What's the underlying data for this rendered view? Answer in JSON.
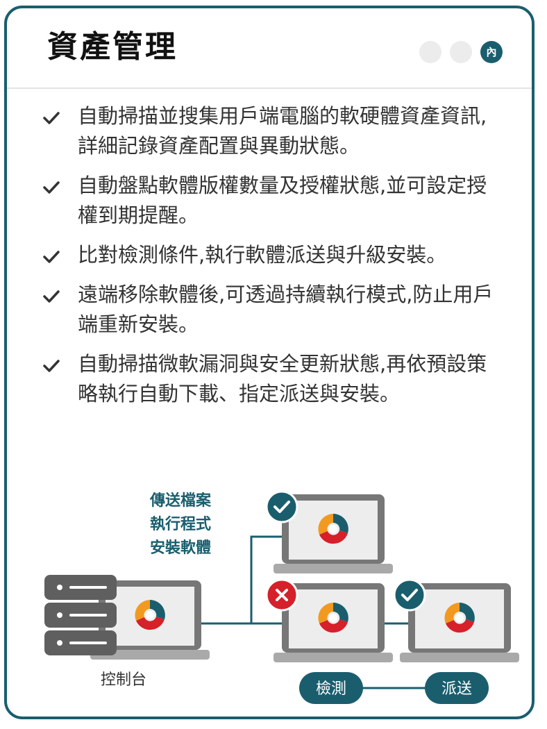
{
  "header": {
    "title": "資產管理",
    "badge": "內"
  },
  "features": [
    "自動掃描並搜集用戶端電腦的軟硬體資產資訊,詳細記錄資產配置與異動狀態。",
    "自動盤點軟體版權數量及授權狀態,並可設定授權到期提醒。",
    "比對檢測條件,執行軟體派送與升級安裝。",
    "遠端移除軟體後,可透過持續執行模式,防止用戶端重新安裝。",
    "自動掃描微軟漏洞與安全更新狀態,再依預設策略執行自動下載、指定派送與安裝。"
  ],
  "diagram": {
    "actions": [
      "傳送檔案",
      "執行程式",
      "安裝軟體"
    ],
    "console_label": "控制台",
    "steps": [
      "檢測",
      "派送"
    ],
    "clients": [
      {
        "status": "ok"
      },
      {
        "status": "fail"
      },
      {
        "status": "ok"
      }
    ]
  },
  "colors": {
    "border": "#1a5e6e",
    "accent": "#1a5e6e",
    "error": "#d6202a",
    "logo_orange": "#f29a1f",
    "logo_red": "#d6202a",
    "logo_blue": "#1a5e6e"
  }
}
